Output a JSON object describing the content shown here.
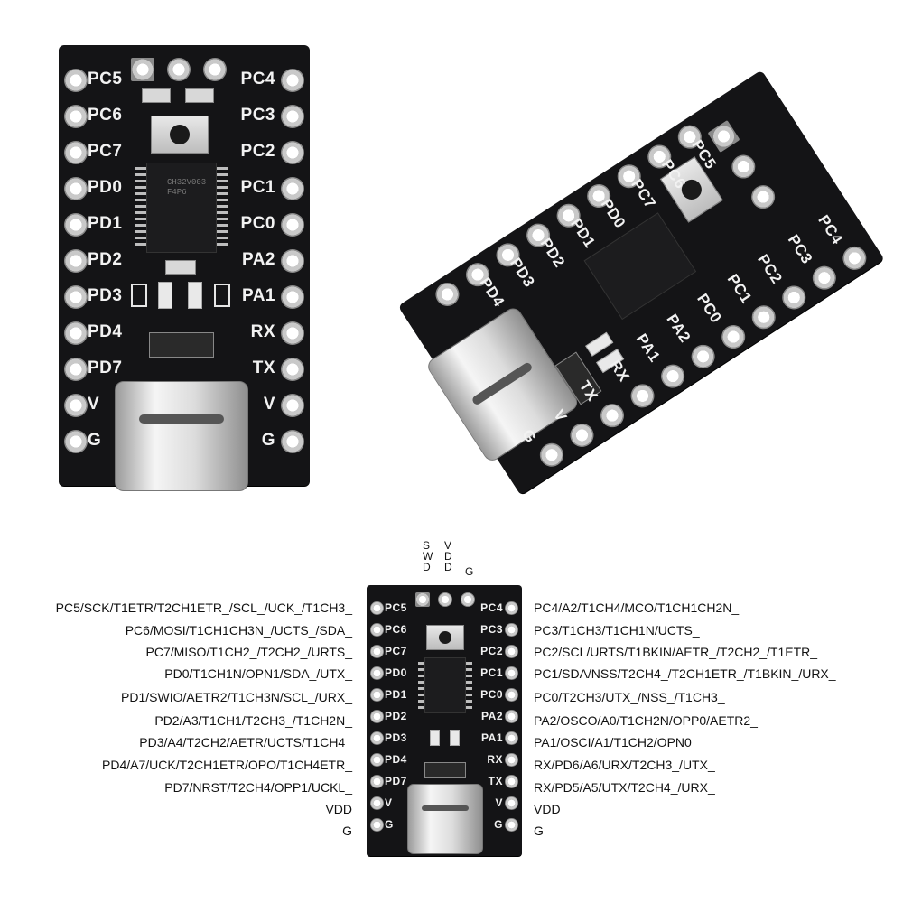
{
  "top_board": {
    "left_pins": [
      "PC5",
      "PC6",
      "PC7",
      "PD0",
      "PD1",
      "PD2",
      "PD3",
      "PD4",
      "PD7",
      "V",
      "G"
    ],
    "right_pins": [
      "PC4",
      "PC3",
      "PC2",
      "PC1",
      "PC0",
      "PA2",
      "PA1",
      "RX",
      "TX",
      "V",
      "G"
    ]
  },
  "angled_board": {
    "left_pins": [
      "PC5",
      "PC6",
      "PC7",
      "PD0",
      "PD1",
      "PD2",
      "PD3",
      "PD4"
    ],
    "right_pins": [
      "PC4",
      "PC3",
      "PC2",
      "PC1",
      "PC0",
      "PA2",
      "PA1",
      "RX",
      "TX",
      "V",
      "G"
    ]
  },
  "header_labels": [
    "S W D",
    "V D D",
    "G"
  ],
  "small_board": {
    "left_pins": [
      "PC5",
      "PC6",
      "PC7",
      "PD0",
      "PD1",
      "PD2",
      "PD3",
      "PD4",
      "PD7",
      "V",
      "G"
    ],
    "right_pins": [
      "PC4",
      "PC3",
      "PC2",
      "PC1",
      "PC0",
      "PA2",
      "PA1",
      "RX",
      "TX",
      "V",
      "G"
    ]
  },
  "pinout_left": [
    "PC5/SCK/T1ETR/T2CH1ETR_/SCL_/UCK_/T1CH3_",
    "PC6/MOSI/T1CH1CH3N_/UCTS_/SDA_",
    "PC7/MISO/T1CH2_/T2CH2_/URTS_",
    "PD0/T1CH1N/OPN1/SDA_/UTX_",
    "PD1/SWIO/AETR2/T1CH3N/SCL_/URX_",
    "PD2/A3/T1CH1/T2CH3_/T1CH2N_",
    "PD3/A4/T2CH2/AETR/UCTS/T1CH4_",
    "PD4/A7/UCK/T2CH1ETR/OPO/T1CH4ETR_",
    "PD7/NRST/T2CH4/OPP1/UCKL_",
    "VDD",
    "G"
  ],
  "pinout_right": [
    "PC4/A2/T1CH4/MCO/T1CH1CH2N_",
    "PC3/T1CH3/T1CH1N/UCTS_",
    "PC2/SCL/URTS/T1BKIN/AETR_/T2CH2_/T1ETR_",
    "PC1/SDA/NSS/T2CH4_/T2CH1ETR_/T1BKIN_/URX_",
    "PC0/T2CH3/UTX_/NSS_/T1CH3_",
    "PA2/OSCO/A0/T1CH2N/OPP0/AETR2_",
    "PA1/OSCI/A1/T1CH2/OPN0",
    "RX/PD6/A6/URX/T2CH3_/UTX_",
    "RX/PD5/A5/UTX/T2CH4_/URX_",
    "VDD",
    "G"
  ],
  "chip_marking": "CH32V003\nF4P6"
}
